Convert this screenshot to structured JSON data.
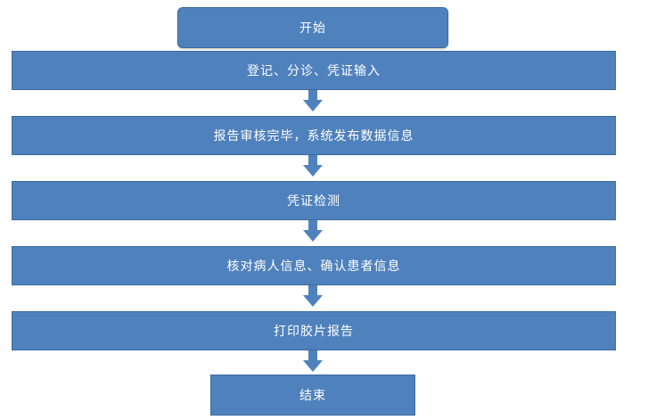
{
  "flowchart": {
    "start": "开始",
    "steps": [
      "登记、分诊、凭证输入",
      "报告审核完毕，系统发布数据信息",
      "凭证检测",
      "核对病人信息、确认患者信息",
      "打印胶片报告"
    ],
    "end": "结束"
  },
  "colors": {
    "box_fill": "#4f81bd",
    "arrow_fill": "#4f81bd",
    "text": "#ffffff"
  }
}
